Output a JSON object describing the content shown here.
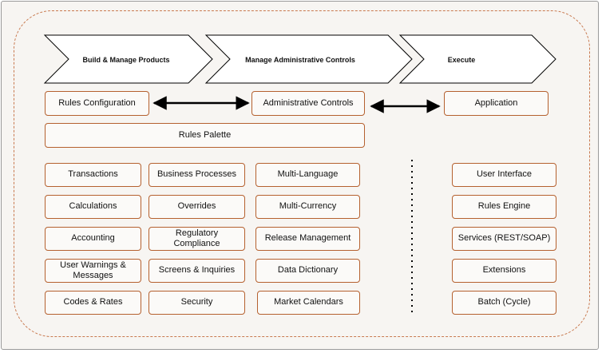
{
  "phases": [
    {
      "label": "Build & Manage Products"
    },
    {
      "label": "Manage Administrative Controls"
    },
    {
      "label": "Execute"
    }
  ],
  "top_row": {
    "rules_configuration": "Rules Configuration",
    "administrative_controls": "Administrative Controls",
    "application": "Application"
  },
  "rules_palette": "Rules Palette",
  "grid": {
    "col1": [
      "Transactions",
      "Calculations",
      "Accounting",
      "User Warnings & Messages",
      "Codes & Rates"
    ],
    "col2": [
      "Business Processes",
      "Overrides",
      "Regulatory Compliance",
      "Screens & Inquiries",
      "Security"
    ],
    "col3": [
      "Multi-Language",
      "Multi-Currency",
      "Release Management",
      "Data Dictionary",
      "Market Calendars"
    ],
    "col4": [
      "User Interface",
      "Rules Engine",
      "Services (REST/SOAP)",
      "Extensions",
      "Batch (Cycle)"
    ]
  },
  "colors": {
    "box_border": "#b5612f",
    "dashed_border": "#c8794f",
    "background": "#f7f5f2"
  }
}
